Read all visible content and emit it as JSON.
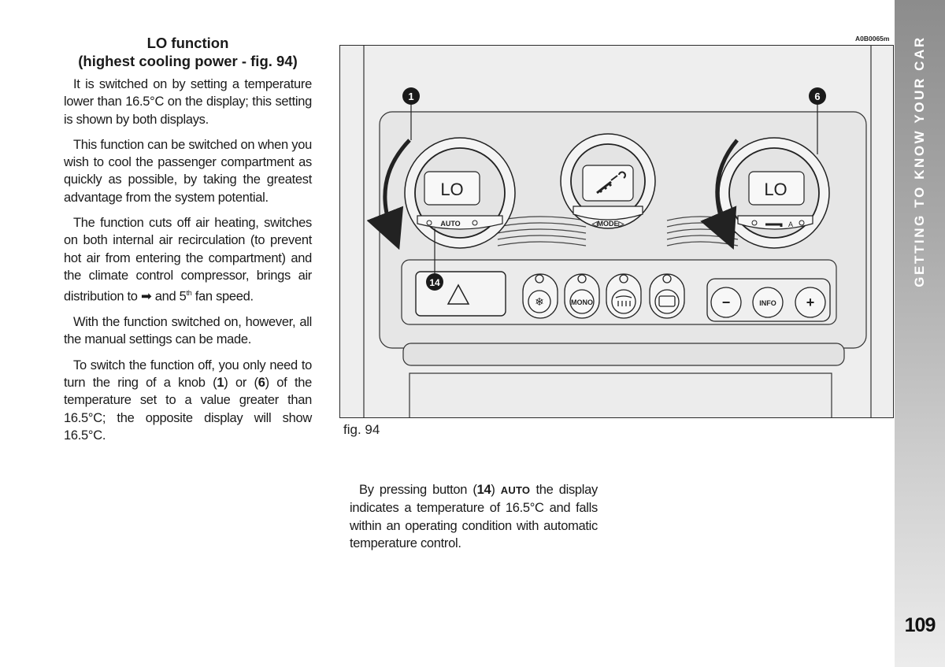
{
  "sidebar": {
    "section_title": "GETTING TO KNOW YOUR CAR",
    "page_number": "109"
  },
  "left_column": {
    "heading_line1": "LO function",
    "heading_line2": "(highest cooling power - fig. 94)",
    "p1": "It is switched on by setting a temperature lower than 16.5°C on the display; this setting is shown by both displays.",
    "p2": "This function can be switched on when you wish to cool the passenger compartment as quickly as possible, by taking the greatest advantage from the system potential.",
    "p3_a": "The function cuts off air heating, switches on both internal air recirculation (to prevent hot air from entering the compartment) and the climate control compressor, brings air distribution to",
    "p3_arrow": "➡",
    "p3_b": "and 5",
    "p3_sup": "th",
    "p3_c": "fan speed.",
    "p4": "With the function switched on, however, all the manual settings can be made.",
    "p5_a": "To switch the function off, you only need to turn the ring of a knob (",
    "p5_ref1": "1",
    "p5_b": ") or (",
    "p5_ref2": "6",
    "p5_c": ") of the temperature set to a value greater than 16.5°C; the opposite display will show 16.5°C."
  },
  "right_column": {
    "p_a": "By pressing button (",
    "p_ref": "14",
    "p_b": ")",
    "p_auto": "AUTO",
    "p_c": "the display indicates a temperature of 16.5°C and falls within an operating condition with automatic temperature control."
  },
  "figure": {
    "code": "A0B0065m",
    "caption": "fig. 94",
    "callouts": {
      "c1": "1",
      "c6": "6",
      "c14": "14"
    },
    "left_display": "LO",
    "right_display": "LO",
    "left_knob_button": "AUTO",
    "center_knob_button": "◁MODE▷",
    "right_knob_button_letter": "A",
    "mono_button": "MONO",
    "info_button": "INFO",
    "minus_button": "−",
    "plus_button": "+",
    "colors": {
      "panel": "#eeeeee",
      "line": "#2a2a2a",
      "callout": "#1a1a1a"
    }
  }
}
